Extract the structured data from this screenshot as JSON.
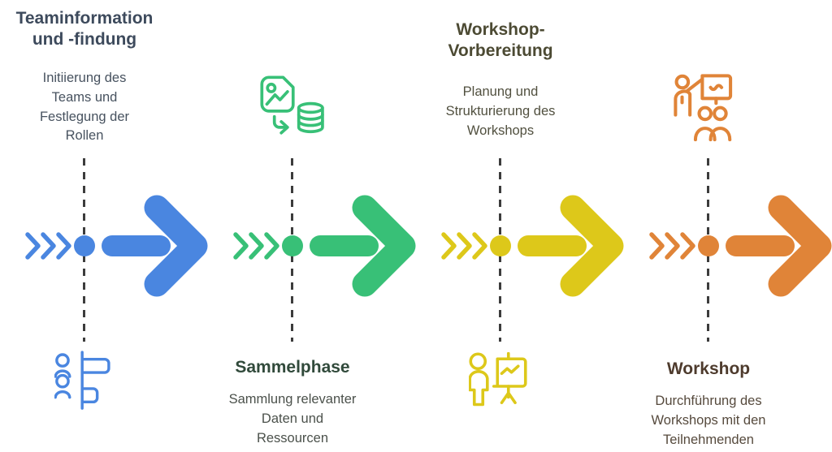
{
  "diagram": {
    "background": "#ffffff",
    "dash_color": "#3c3c3c"
  },
  "phases": [
    {
      "id": "teaminformation",
      "title": "Teaminformation und -findung",
      "description": "Initiierung des Teams und Festlegung der Rollen",
      "accent_color": "#4a86e0",
      "title_color": "#3d4a5c",
      "description_color": "#47525f",
      "icon": "team-roles-icon",
      "text_position": "top",
      "icon_position": "bottom"
    },
    {
      "id": "sammelphase",
      "title": "Sammelphase",
      "description": "Sammlung relevanter Daten und Ressourcen",
      "accent_color": "#38c077",
      "title_color": "#314a3b",
      "description_color": "#4b514b",
      "icon": "data-collection-icon",
      "text_position": "bottom",
      "icon_position": "top"
    },
    {
      "id": "workshop-vorbereitung",
      "title": "Workshop-Vorbereitung",
      "description": "Planung und Strukturierung des Workshops",
      "accent_color": "#ddc81a",
      "title_color": "#4c4a33",
      "description_color": "#51503f",
      "icon": "presentation-flipchart-icon",
      "text_position": "top",
      "icon_position": "bottom"
    },
    {
      "id": "workshop",
      "title": "Workshop",
      "description": "Durchführung des Workshops mit den Teilnehmenden",
      "accent_color": "#e08438",
      "title_color": "#4e3b2d",
      "description_color": "#564a3d",
      "icon": "workshop-presenter-icon",
      "text_position": "bottom",
      "icon_position": "top"
    }
  ]
}
